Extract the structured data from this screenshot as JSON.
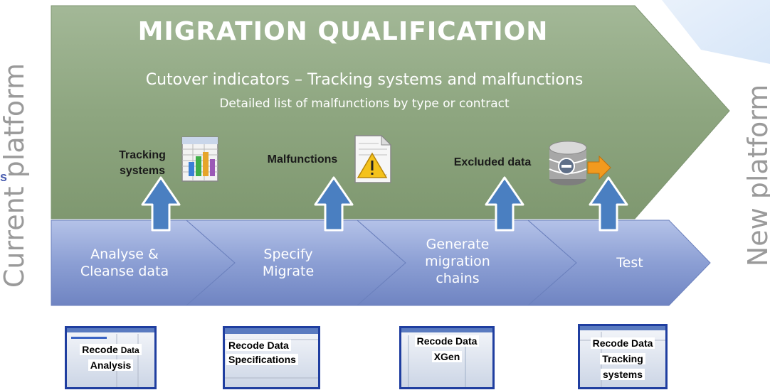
{
  "side_labels": {
    "left": "Current platform",
    "right": "New platform",
    "edge_fragment": "s"
  },
  "banner": {
    "title": "MIGRATION QUALIFICATION",
    "subtitle": "Cutover indicators – Tracking systems and malfunctions",
    "subtitle2": "Detailed list of malfunctions by type or contract"
  },
  "indicators": [
    {
      "label_line1": "Tracking",
      "label_line2": "systems",
      "icon": "spreadsheet-chart-icon"
    },
    {
      "label_line1": "Malfunctions",
      "label_line2": "",
      "icon": "warning-document-icon"
    },
    {
      "label_line1": "Excluded data",
      "label_line2": "",
      "icon": "database-export-icon"
    }
  ],
  "steps": [
    {
      "line1": "Analyse &",
      "line2": "Cleanse data",
      "line3": ""
    },
    {
      "line1": "Specify",
      "line2": "Migrate",
      "line3": ""
    },
    {
      "line1": "Generate",
      "line2": "migration",
      "line3": "chains"
    },
    {
      "line1": "Test",
      "line2": "",
      "line3": ""
    }
  ],
  "tools": [
    {
      "line1": "Recode",
      "line1b": "Data",
      "line2": "Analysis",
      "line3": ""
    },
    {
      "line1": "Recode Data",
      "line1b": "",
      "line2": "Specifications",
      "line3": ""
    },
    {
      "line1": "Recode Data",
      "line1b": "",
      "line2": "XGen",
      "line3": ""
    },
    {
      "line1": "Recode Data",
      "line1b": "",
      "line2": "Tracking",
      "line3": "systems"
    }
  ],
  "colors": {
    "banner_green": "#8fa882",
    "banner_green_dark": "#6f8b63",
    "step_blue_light": "#a9b8e0",
    "step_blue_dark": "#6f83bf",
    "arrow_blue": "#4a7fc1",
    "title_white": "#ffffff",
    "shot_border": "#1f3ea0"
  }
}
